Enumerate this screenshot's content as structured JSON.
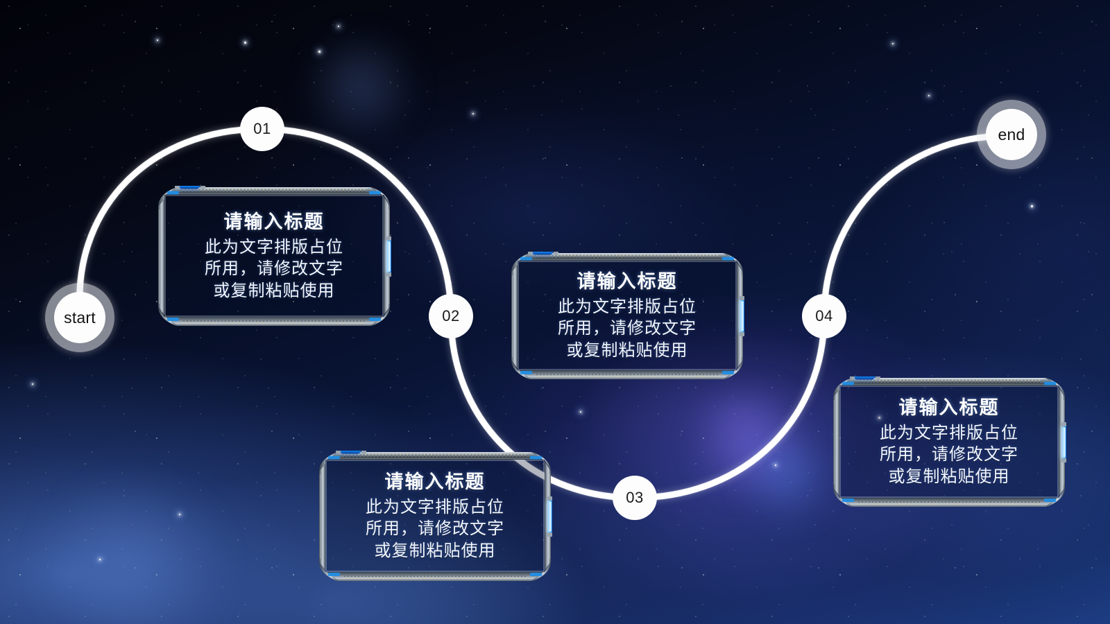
{
  "slide": {
    "type": "process-flow-diagram",
    "background": "starry-night-sky",
    "accent_color": "#1e9bff",
    "path_color": "#ffffff",
    "node_text_color": "#1a1a1a"
  },
  "flow": {
    "start_label": "start",
    "end_label": "end",
    "steps": [
      {
        "number": "01",
        "title": "请输入标题",
        "desc_lines": [
          "此为文字排版占位",
          "所用，请修改文字",
          "或复制粘贴使用"
        ]
      },
      {
        "number": "02",
        "title": "请输入标题",
        "desc_lines": [
          "此为文字排版占位",
          "所用，请修改文字",
          "或复制粘贴使用"
        ]
      },
      {
        "number": "03",
        "title": "请输入标题",
        "desc_lines": [
          "此为文字排版占位",
          "所用，请修改文字",
          "或复制粘贴使用"
        ]
      },
      {
        "number": "04",
        "title": "请输入标题",
        "desc_lines": [
          "此为文字排版占位",
          "所用，请修改文字",
          "或复制粘贴使用"
        ]
      }
    ]
  }
}
